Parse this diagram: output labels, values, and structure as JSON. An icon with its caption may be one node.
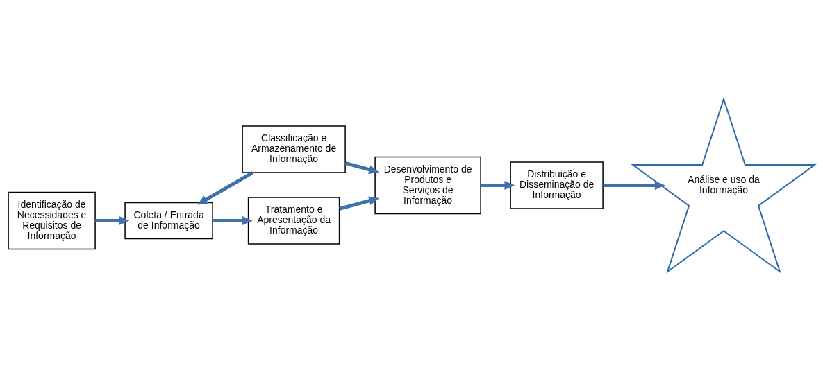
{
  "diagram": {
    "nodes": [
      {
        "text": [
          "Classificação e Armazenamento de Informação"
        ]
      },
      {
        "text": [
          "Identificação de Necessidades e Requisitos de Informação"
        ]
      },
      {
        "text": [
          "Coleta / Entrada de Informação"
        ]
      },
      {
        "text": [
          "Desenvolvimento de Produtos e Serviços de Informação"
        ]
      },
      {
        "text": [
          "Distribuição e Disseminação de Informação"
        ]
      },
      {
        "text": [
          "Análise e uso da Informação"
        ]
      },
      {
        "text": [
          "Tratamento e Apresentação da Informação"
        ]
      }
    ],
    "edges": [
      {
        "from": 1,
        "to": 2,
        "arrow": "to"
      },
      {
        "from": 0,
        "to": 2,
        "arrow": "to"
      },
      {
        "from": 0,
        "to": 3,
        "arrow": "to"
      },
      {
        "from": 2,
        "to": 6,
        "arrow": "to"
      },
      {
        "from": 6,
        "to": 3,
        "arrow": "to"
      },
      {
        "from": 3,
        "to": 4,
        "arrow": "to"
      },
      {
        "from": 4,
        "to": 5,
        "arrow": "to"
      }
    ]
  }
}
